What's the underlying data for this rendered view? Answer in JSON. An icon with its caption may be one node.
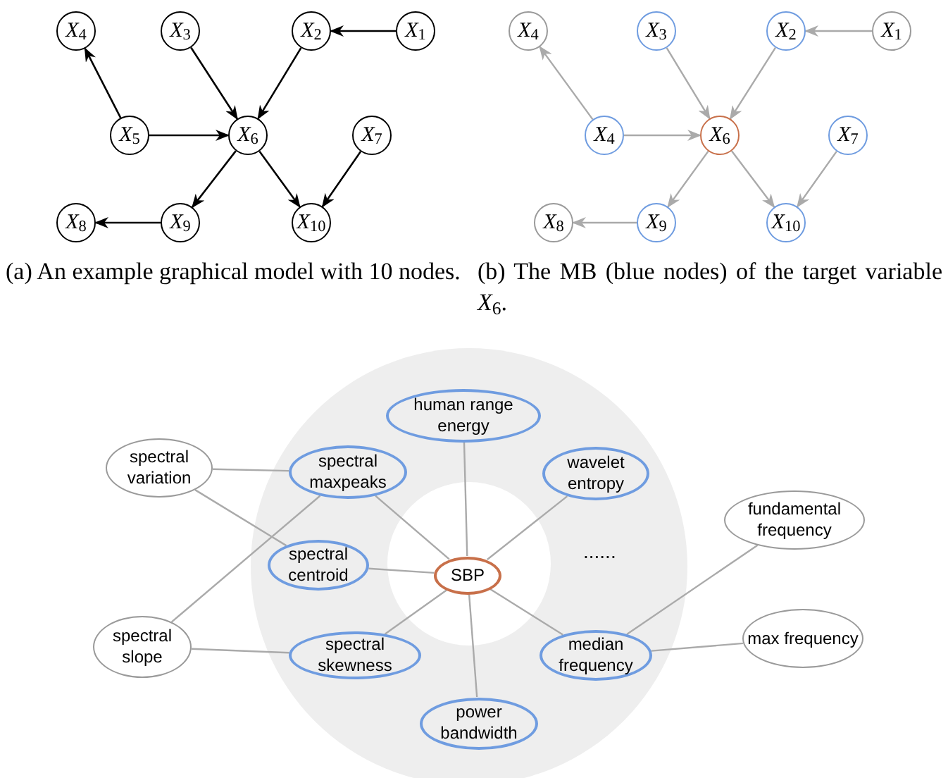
{
  "diagram": {
    "nodes": [
      {
        "text": [
          "*X*$_{4}$"
        ]
      },
      {
        "text": [
          "*X*$_{3}$"
        ]
      },
      {
        "text": [
          "*X*$_{2}$"
        ]
      },
      {
        "text": [
          "*X*$_{1}$"
        ]
      },
      {
        "text": [
          "*X*$_{5}$"
        ]
      },
      {
        "text": [
          "*X*$_{6}$"
        ]
      },
      {
        "text": [
          "*X*$_{7}$"
        ]
      },
      {
        "text": [
          "*X*$_{8}$"
        ]
      },
      {
        "text": [
          "*X*$_{9}$"
        ]
      },
      {
        "text": [
          "*X*$_{10}$"
        ]
      },
      {
        "text": [
          "*X*$_{4}$"
        ]
      },
      {
        "text": [
          "*X*$_{3}$"
        ]
      },
      {
        "text": [
          "*X*$_{2}$"
        ]
      },
      {
        "text": [
          "*X*$_{1}$"
        ]
      },
      {
        "text": [
          "*X*$_{4}$"
        ]
      },
      {
        "text": [
          "*X*$_{6}$"
        ]
      },
      {
        "text": [
          "*X*$_{7}$"
        ]
      },
      {
        "text": [
          "*X*$_{8}$"
        ]
      },
      {
        "text": [
          "*X*$_{9}$"
        ]
      },
      {
        "text": [
          "*X*$_{10}$"
        ]
      },
      {
        "text": [
          "human range energy"
        ]
      },
      {
        "text": [
          "spectral variation"
        ]
      },
      {
        "text": [
          "spectral maxpeaks"
        ]
      },
      {
        "text": [
          "wavelet entropy"
        ]
      },
      {
        "text": [
          "fundamental frequency"
        ]
      },
      {
        "text": [
          "spectral centroid"
        ]
      },
      {
        "text": [
          "SBP"
        ]
      },
      {
        "text": [
          "spectral slope"
        ]
      },
      {
        "text": [
          "spectral skewness"
        ]
      },
      {
        "text": [
          "median frequency"
        ]
      },
      {
        "text": [
          "max frequency"
        ]
      },
      {
        "text": [
          "power bandwidth"
        ]
      }
    ],
    "edges": [
      {
        "from": 3,
        "to": 2,
        "arrow": "to",
        "color": "#000000"
      },
      {
        "from": 1,
        "to": 5,
        "arrow": "to",
        "color": "#000000"
      },
      {
        "from": 2,
        "to": 5,
        "arrow": "to",
        "color": "#000000"
      },
      {
        "from": 4,
        "to": 0,
        "arrow": "to",
        "color": "#000000"
      },
      {
        "from": 4,
        "to": 5,
        "arrow": "to",
        "color": "#000000"
      },
      {
        "from": 5,
        "to": 8,
        "arrow": "to",
        "color": "#000000"
      },
      {
        "from": 5,
        "to": 9,
        "arrow": "to",
        "color": "#000000"
      },
      {
        "from": 6,
        "to": 9,
        "arrow": "to",
        "color": "#000000"
      },
      {
        "from": 8,
        "to": 7,
        "arrow": "to",
        "color": "#000000"
      },
      {
        "from": 13,
        "to": 12,
        "arrow": "to"
      },
      {
        "from": 11,
        "to": 15,
        "arrow": "to"
      },
      {
        "from": 12,
        "to": 15,
        "arrow": "to"
      },
      {
        "from": 14,
        "to": 10,
        "arrow": "to"
      },
      {
        "from": 14,
        "to": 15,
        "arrow": "to"
      },
      {
        "from": 15,
        "to": 18,
        "arrow": "to"
      },
      {
        "from": 15,
        "to": 19,
        "arrow": "to"
      },
      {
        "from": 16,
        "to": 19,
        "arrow": "to"
      },
      {
        "from": 18,
        "to": 17,
        "arrow": "to"
      },
      {
        "from": 26,
        "to": 20,
        "arrow": "none"
      },
      {
        "from": 26,
        "to": 22,
        "arrow": "none"
      },
      {
        "from": 26,
        "to": 23,
        "arrow": "none"
      },
      {
        "from": 26,
        "to": 25,
        "arrow": "none"
      },
      {
        "from": 26,
        "to": 28,
        "arrow": "none"
      },
      {
        "from": 26,
        "to": 29,
        "arrow": "none"
      },
      {
        "from": 26,
        "to": 31,
        "arrow": "none"
      },
      {
        "from": 21,
        "to": 22,
        "arrow": "none"
      },
      {
        "from": 21,
        "to": 25,
        "arrow": "none"
      },
      {
        "from": 27,
        "to": 22,
        "arrow": "none"
      },
      {
        "from": 27,
        "to": 28,
        "arrow": "none"
      },
      {
        "from": 29,
        "to": 24,
        "arrow": "none"
      },
      {
        "from": 29,
        "to": 30,
        "arrow": "none"
      }
    ],
    "labels": [
      "(a) An example graphical model with 10 nodes.",
      "(b) The MB (blue nodes) of the target variable *X*$_{6}$.",
      "......"
    ]
  }
}
